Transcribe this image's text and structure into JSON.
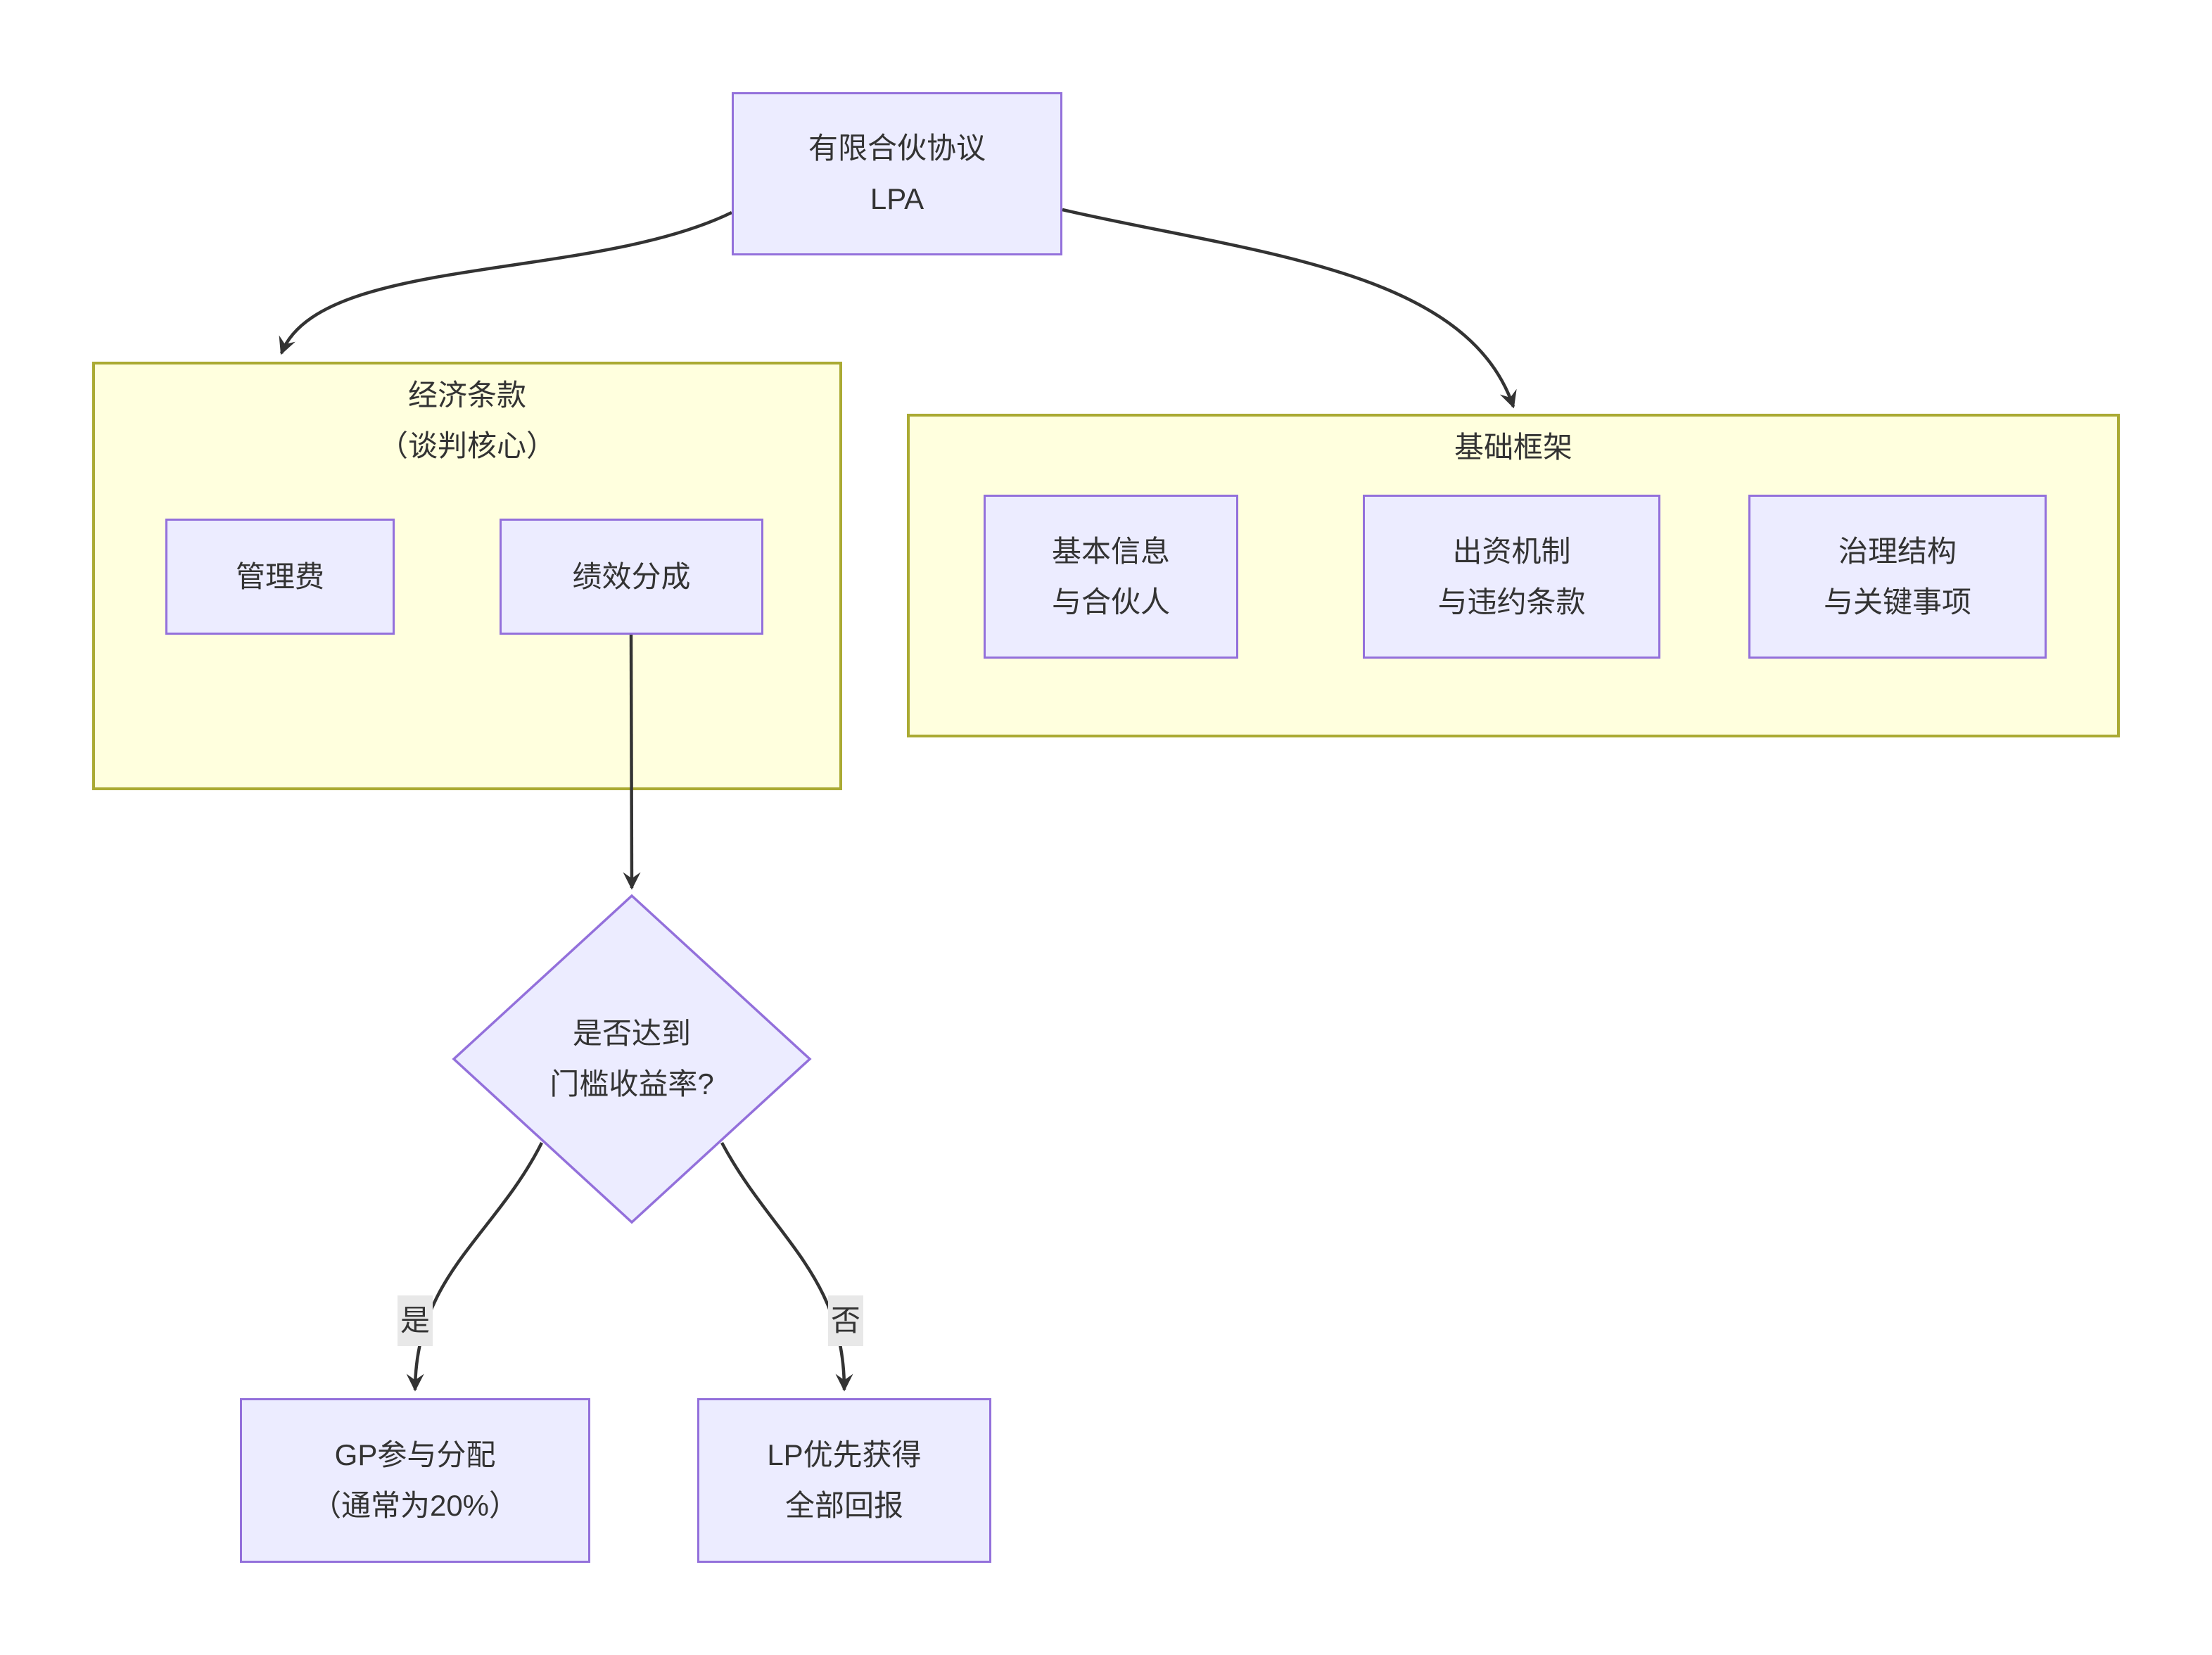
{
  "diagram_type": "flowchart",
  "nodes": {
    "lpa": {
      "line1": "有限合伙协议",
      "line2": "LPA"
    },
    "management_fee": {
      "label": "管理费"
    },
    "carried_interest": {
      "label": "绩效分成"
    },
    "basic_info": {
      "line1": "基本信息",
      "line2": "与合伙人"
    },
    "capital_mechanism": {
      "line1": "出资机制",
      "line2": "与违约条款"
    },
    "governance": {
      "line1": "治理结构",
      "line2": "与关键事项"
    },
    "decision": {
      "line1": "是否达到",
      "line2": "门槛收益率?"
    },
    "gp_distribution": {
      "line1": "GP参与分配",
      "line2": "（通常为20%）"
    },
    "lp_priority": {
      "line1": "LP优先获得",
      "line2": "全部回报"
    }
  },
  "clusters": {
    "economic": {
      "title_line1": "经济条款",
      "title_line2": "（谈判核心）"
    },
    "framework": {
      "title": "基础框架"
    }
  },
  "edge_labels": {
    "yes": "是",
    "no": "否"
  },
  "colors": {
    "node_fill": "#ECECFF",
    "node_border": "#9370DB",
    "cluster_fill": "#FFFFDE",
    "cluster_border": "#AAAA33",
    "edge_stroke": "#333333",
    "edge_label_bg": "#E8E8E8",
    "text": "#333333",
    "background": "#FFFFFF"
  }
}
